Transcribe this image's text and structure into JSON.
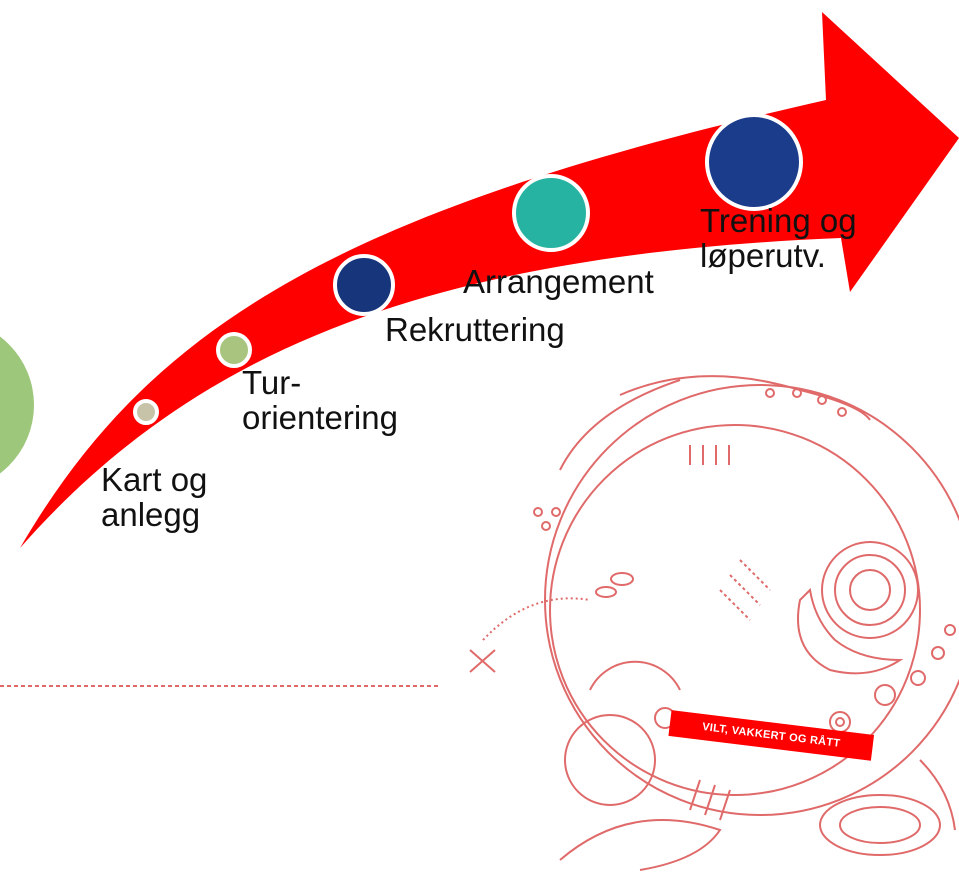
{
  "diagram": {
    "steps": [
      {
        "label": "Kart og\nanlegg",
        "color": "#c7c3a9"
      },
      {
        "label": "Tur-\norientering",
        "color": "#a9c47f"
      },
      {
        "label": "Rekruttering",
        "color": "#17357a"
      },
      {
        "label": "Arrangement",
        "color": "#27b3a2"
      },
      {
        "label": "Trening og\nløperutv.",
        "color": "#1b3b8b"
      }
    ],
    "arrow_color": "#ff0000",
    "side_circle_color": "#9dc77a",
    "badge_text": "VILT, VAKKERT OG RÅTT",
    "decoration_color": "#e06a6a"
  }
}
